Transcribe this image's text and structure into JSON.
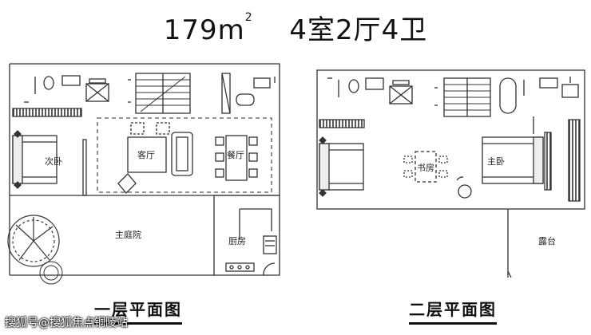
{
  "header": {
    "area": "179m",
    "area_sup": "2",
    "layout": "4室2厅4卫"
  },
  "floor1": {
    "caption": "一层平面图",
    "rooms": {
      "secondary_bedroom": "次卧",
      "living_room": "客厅",
      "dining_room": "餐厅",
      "main_courtyard": "主庭院",
      "kitchen": "厨房"
    }
  },
  "floor2": {
    "caption": "二层平面图",
    "rooms": {
      "study": "书房",
      "master_bedroom": "主卧",
      "terrace": "露台"
    }
  },
  "watermark": "搜狐号@搜狐焦点铜陵站",
  "colors": {
    "line": "#333333",
    "dashed": "#555555",
    "hatch": "#444444"
  }
}
